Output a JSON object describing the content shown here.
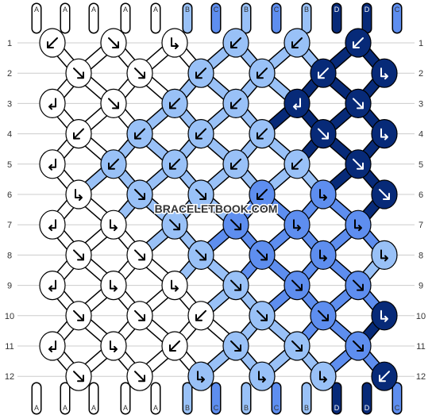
{
  "watermark": "BRACELETBOOK.COM",
  "colors": {
    "A": "#ffffff",
    "B": "#99c1f7",
    "C": "#5e8eef",
    "D": "#072a78",
    "outline": "#000000",
    "grid": "#cccccc",
    "text": "#333333"
  },
  "top_strings": [
    "A",
    "A",
    "A",
    "A",
    "A",
    "B",
    "C",
    "B",
    "C",
    "B",
    "D",
    "D",
    "C"
  ],
  "bottom_strings": [
    "A",
    "A",
    "A",
    "A",
    "A",
    "B",
    "C",
    "B",
    "C",
    "B",
    "D",
    "D",
    "C"
  ],
  "row_labels": [
    "1",
    "2",
    "3",
    "4",
    "5",
    "6",
    "7",
    "8",
    "9",
    "10",
    "11",
    "12"
  ],
  "knot_rows": [
    {
      "row": "1",
      "knots": [
        {
          "color": "A",
          "dir": "sw"
        },
        {
          "color": "A",
          "dir": "se"
        },
        {
          "color": "A",
          "dir": "se-back"
        },
        {
          "color": "B",
          "dir": "sw"
        },
        {
          "color": "B",
          "dir": "sw"
        },
        {
          "color": "D",
          "dir": "sw"
        }
      ]
    },
    {
      "row": "2",
      "knots": [
        {
          "color": "A",
          "dir": "se"
        },
        {
          "color": "A",
          "dir": "se"
        },
        {
          "color": "B",
          "dir": "sw"
        },
        {
          "color": "B",
          "dir": "sw"
        },
        {
          "color": "D",
          "dir": "sw"
        },
        {
          "color": "D",
          "dir": "se-back"
        }
      ]
    },
    {
      "row": "3",
      "knots": [
        {
          "color": "A",
          "dir": "sw-back"
        },
        {
          "color": "A",
          "dir": "se"
        },
        {
          "color": "B",
          "dir": "sw"
        },
        {
          "color": "B",
          "dir": "sw"
        },
        {
          "color": "D",
          "dir": "sw-back"
        },
        {
          "color": "D",
          "dir": "se"
        }
      ]
    },
    {
      "row": "4",
      "knots": [
        {
          "color": "A",
          "dir": "sw"
        },
        {
          "color": "B",
          "dir": "sw"
        },
        {
          "color": "B",
          "dir": "sw"
        },
        {
          "color": "B",
          "dir": "sw"
        },
        {
          "color": "D",
          "dir": "se"
        },
        {
          "color": "D",
          "dir": "se-back"
        }
      ]
    },
    {
      "row": "5",
      "knots": [
        {
          "color": "A",
          "dir": "sw-back"
        },
        {
          "color": "B",
          "dir": "sw"
        },
        {
          "color": "B",
          "dir": "sw"
        },
        {
          "color": "B",
          "dir": "sw"
        },
        {
          "color": "B",
          "dir": "sw"
        },
        {
          "color": "D",
          "dir": "se"
        }
      ]
    },
    {
      "row": "6",
      "knots": [
        {
          "color": "A",
          "dir": "se-back"
        },
        {
          "color": "B",
          "dir": "se"
        },
        {
          "color": "B",
          "dir": "se"
        },
        {
          "color": "C",
          "dir": "sw"
        },
        {
          "color": "C",
          "dir": "se-back"
        },
        {
          "color": "D",
          "dir": "se"
        }
      ]
    },
    {
      "row": "7",
      "knots": [
        {
          "color": "A",
          "dir": "sw-back"
        },
        {
          "color": "A",
          "dir": "se-back"
        },
        {
          "color": "B",
          "dir": "se"
        },
        {
          "color": "C",
          "dir": "se"
        },
        {
          "color": "C",
          "dir": "se-back"
        },
        {
          "color": "C",
          "dir": "se-back"
        }
      ]
    },
    {
      "row": "8",
      "knots": [
        {
          "color": "A",
          "dir": "se"
        },
        {
          "color": "A",
          "dir": "se"
        },
        {
          "color": "B",
          "dir": "se"
        },
        {
          "color": "C",
          "dir": "se"
        },
        {
          "color": "C",
          "dir": "se-back"
        },
        {
          "color": "B",
          "dir": "se-back"
        }
      ]
    },
    {
      "row": "9",
      "knots": [
        {
          "color": "A",
          "dir": "sw-back"
        },
        {
          "color": "A",
          "dir": "se-back"
        },
        {
          "color": "A",
          "dir": "se-back"
        },
        {
          "color": "B",
          "dir": "se"
        },
        {
          "color": "C",
          "dir": "se"
        },
        {
          "color": "C",
          "dir": "se"
        }
      ]
    },
    {
      "row": "10",
      "knots": [
        {
          "color": "A",
          "dir": "se"
        },
        {
          "color": "A",
          "dir": "se"
        },
        {
          "color": "A",
          "dir": "sw"
        },
        {
          "color": "B",
          "dir": "se"
        },
        {
          "color": "C",
          "dir": "se"
        },
        {
          "color": "D",
          "dir": "se-back"
        }
      ]
    },
    {
      "row": "11",
      "knots": [
        {
          "color": "A",
          "dir": "sw-back"
        },
        {
          "color": "A",
          "dir": "se-back"
        },
        {
          "color": "A",
          "dir": "sw"
        },
        {
          "color": "B",
          "dir": "se"
        },
        {
          "color": "B",
          "dir": "se"
        },
        {
          "color": "C",
          "dir": "se"
        }
      ]
    },
    {
      "row": "12",
      "knots": [
        {
          "color": "A",
          "dir": "se"
        },
        {
          "color": "A",
          "dir": "se"
        },
        {
          "color": "B",
          "dir": "se-back"
        },
        {
          "color": "B",
          "dir": "se-back"
        },
        {
          "color": "B",
          "dir": "se-back"
        },
        {
          "color": "D",
          "dir": "sw"
        }
      ]
    }
  ]
}
